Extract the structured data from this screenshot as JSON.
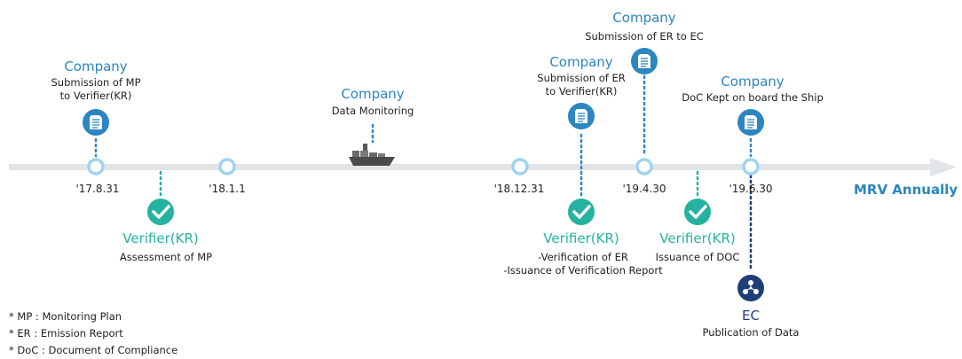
{
  "timeline_end_label": "MRV Annually",
  "dates": [
    "'17.8.31",
    "'18.1.1",
    "'18.12.31",
    "'19.4.30",
    "'19.6.30"
  ],
  "events": {
    "company_mp": {
      "actor": "Company",
      "desc1": "Submission of MP",
      "desc2": "to Verifier(KR)"
    },
    "company_data": {
      "actor": "Company",
      "desc1": "Data Monitoring"
    },
    "company_er_verifier": {
      "actor": "Company",
      "desc1": "Submission of ER",
      "desc2": "to Verifier(KR)"
    },
    "company_er_ec": {
      "actor": "Company",
      "desc1": "Submission of ER to EC"
    },
    "company_doc": {
      "actor": "Company",
      "desc1": "DoC Kept on board the Ship"
    },
    "verifier_mp": {
      "actor": "Verifier(KR)",
      "desc1": "Assessment of MP"
    },
    "verifier_er": {
      "actor": "Verifier(KR)",
      "desc1": "-Verification of ER",
      "desc2": "-Issuance of Verification Report"
    },
    "verifier_doc": {
      "actor": "Verifier(KR)",
      "desc1": "Issuance of DOC"
    },
    "ec": {
      "actor": "EC",
      "desc1": "Publication of Data"
    }
  },
  "notes": [
    "* MP : Monitoring Plan",
    "* ER : Emission Report",
    "* DoC : Document of Compliance"
  ],
  "colors": {
    "company": "#2c86c0",
    "verifier": "#26b2a0",
    "ec": "#1f3d7a",
    "timeline": "#e2e5e8",
    "node": "#9fd4f0"
  },
  "icons": {
    "company": "document-icon",
    "verifier": "checkmark-icon",
    "ec": "people-network-icon",
    "ship": "cargo-ship-icon"
  }
}
